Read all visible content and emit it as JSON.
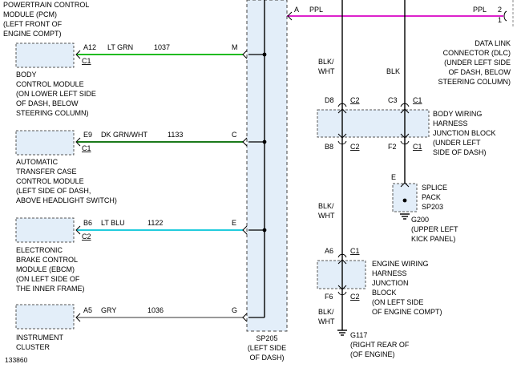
{
  "pcm": {
    "lines": [
      "POWERTRAIN CONTROL",
      "MODULE (PCM)",
      "(LEFT FRONT OF",
      "ENGINE COMPT)"
    ]
  },
  "ppl": {
    "pin_left": "A",
    "color_left": "PPL",
    "color_right": "PPL",
    "pin_top": "2",
    "pin_bottom": "1"
  },
  "dlc": {
    "lines": [
      "DATA LINK",
      "CONNECTOR (DLC)",
      "(UNDER LEFT SIDE",
      "OF DASH, BELOW",
      "STEERING COLUMN)"
    ]
  },
  "circuits": [
    {
      "pin": "A12",
      "color": "LT GRN",
      "number": "1037",
      "splice_pin": "M",
      "connector": "C1",
      "wire_hex": "#22bb22",
      "module": [
        "BODY",
        "CONTROL MODULE",
        "(ON LOWER LEFT SIDE",
        "OF DASH, BELOW",
        "STEERING COLUMN)"
      ]
    },
    {
      "pin": "E9",
      "color": "DK GRN/WHT",
      "number": "1133",
      "splice_pin": "C",
      "connector": "C1",
      "wire_hex": "#1a7a1a",
      "module": [
        "AUTOMATIC",
        "TRANSFER CASE",
        "CONTROL MODULE",
        "(LEFT SIDE OF DASH,",
        "ABOVE HEADLIGHT SWITCH)"
      ]
    },
    {
      "pin": "B6",
      "color": "LT BLU",
      "number": "1122",
      "splice_pin": "E",
      "connector": "C2",
      "wire_hex": "#22ccdd",
      "module": [
        "ELECTRONIC",
        "BRAKE CONTROL",
        "MODULE (EBCM)",
        "(ON LEFT SIDE OF",
        "THE INNER FRAME)"
      ]
    },
    {
      "pin": "A5",
      "color": "GRY",
      "number": "1036",
      "splice_pin": "G",
      "connector": "",
      "wire_hex": "#999999",
      "module": [
        "INSTRUMENT",
        "CLUSTER"
      ]
    }
  ],
  "sp205": {
    "lines": [
      "SP205",
      "(LEFT SIDE",
      "OF DASH)"
    ]
  },
  "ground_left": {
    "wire1": [
      "BLK/",
      "WHT"
    ],
    "jb1": {
      "top_pin": "D8",
      "top_conn": "C2",
      "bottom_pin": "B8",
      "bottom_conn": "C2"
    },
    "wire2": [
      "BLK/",
      "WHT"
    ],
    "jb2": {
      "top_pin": "A6",
      "top_conn": "C1",
      "bottom_pin": "F6",
      "bottom_conn": "C2"
    },
    "wire3": [
      "BLK/",
      "WHT"
    ],
    "ground": [
      "G117",
      "(RIGHT REAR OF",
      "(OF ENGINE)"
    ]
  },
  "ground_right": {
    "wire1": "BLK",
    "jb1": {
      "top_pin": "C3",
      "top_conn": "C1",
      "bottom_pin": "F2",
      "bottom_conn": "C1"
    },
    "splice_pin": "E",
    "ground": [
      "G200",
      "(UPPER LEFT",
      "KICK PANEL)"
    ]
  },
  "bwjb": {
    "lines": [
      "BODY WIRING",
      "HARNESS",
      "JUNCTION BLOCK",
      "(UNDER LEFT",
      "SIDE OF DASH)"
    ]
  },
  "sp203": {
    "lines": [
      "SPLICE",
      "PACK",
      "SP203"
    ]
  },
  "ewjb": {
    "lines": [
      "ENGINE WIRING",
      "HARNESS",
      "JUNCTION",
      "BLOCK",
      "(ON LEFT SIDE",
      "OF ENGINE COMPT)"
    ]
  },
  "figure_number": "133860"
}
